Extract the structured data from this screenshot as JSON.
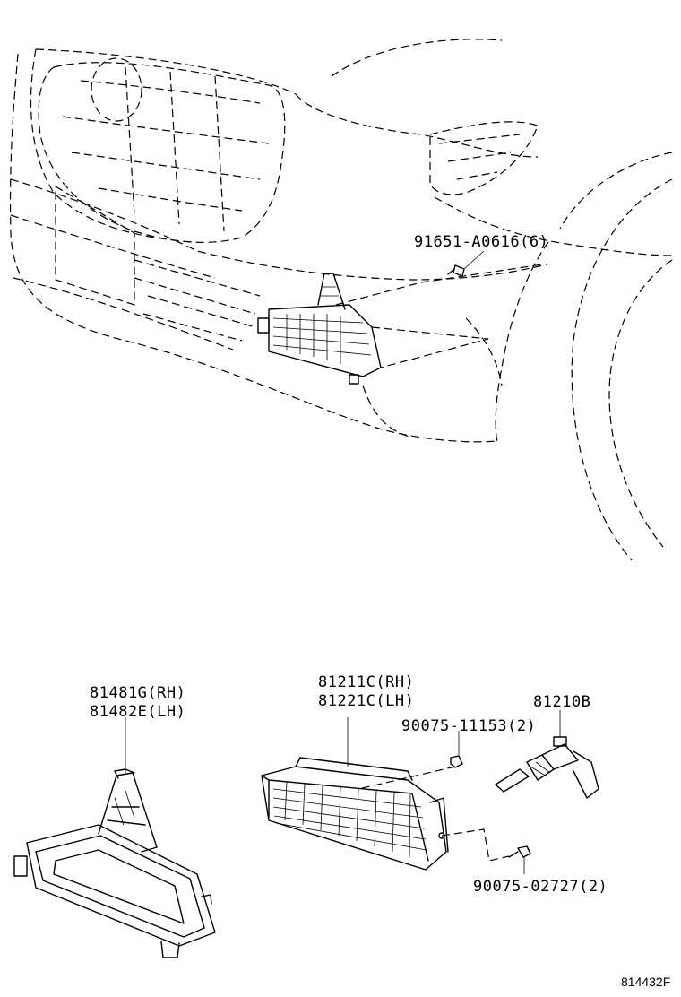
{
  "labels": {
    "bolt_top": "91651-A0616(6)",
    "cover_rh": "81481G(RH)",
    "cover_lh": "81482E(LH)",
    "lamp_rh": "81211C(RH)",
    "lamp_lh": "81221C(LH)",
    "bulb": "81210B",
    "nut": "90075-11153(2)",
    "screw": "90075-02727(2)",
    "figure_code": "814432F"
  }
}
